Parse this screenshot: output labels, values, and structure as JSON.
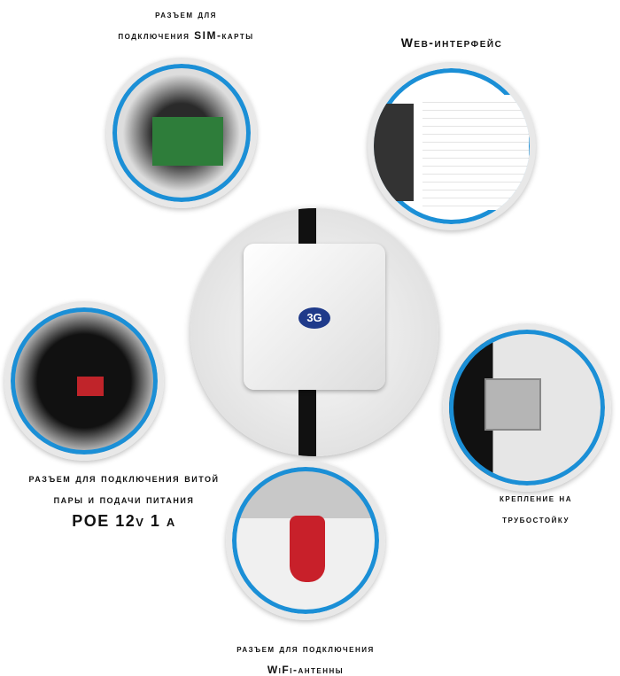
{
  "labels": {
    "sim": [
      "разъем для",
      "подключения SIM-карты"
    ],
    "web": "Web-интерфейс",
    "poe": [
      "разъем для подключения витой",
      "пары и подачи питания",
      "POE 12v 1 a"
    ],
    "mount": [
      "крепление на",
      "трубостойку"
    ],
    "wifi": [
      "разъем для подключения",
      "WiFi-антенны"
    ]
  },
  "device_logo": "3G",
  "colors": {
    "accent": "#1b8fd6",
    "device": "#ececec"
  }
}
